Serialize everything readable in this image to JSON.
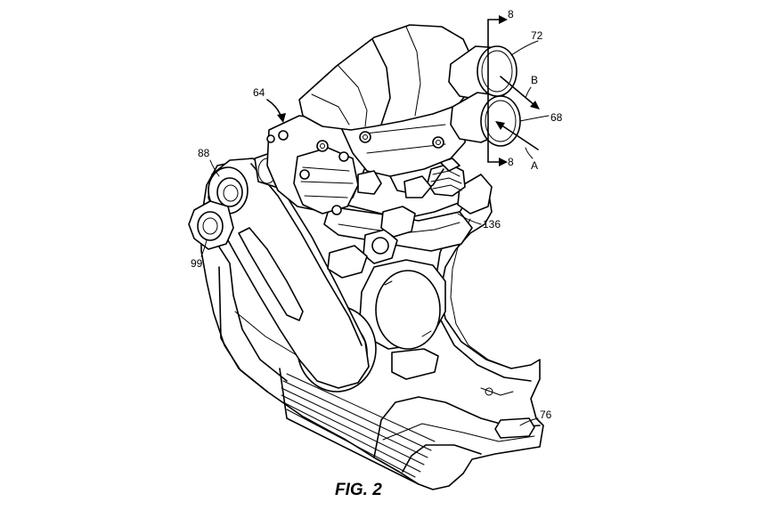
{
  "figure": {
    "caption": "FIG. 2",
    "refs": {
      "r8_top": "8",
      "r8_bottom": "8",
      "r72": "72",
      "r68": "68",
      "rB": "B",
      "rA": "A",
      "r64": "64",
      "r88": "88",
      "r99": "99",
      "r136": "136",
      "r76": "76"
    }
  }
}
